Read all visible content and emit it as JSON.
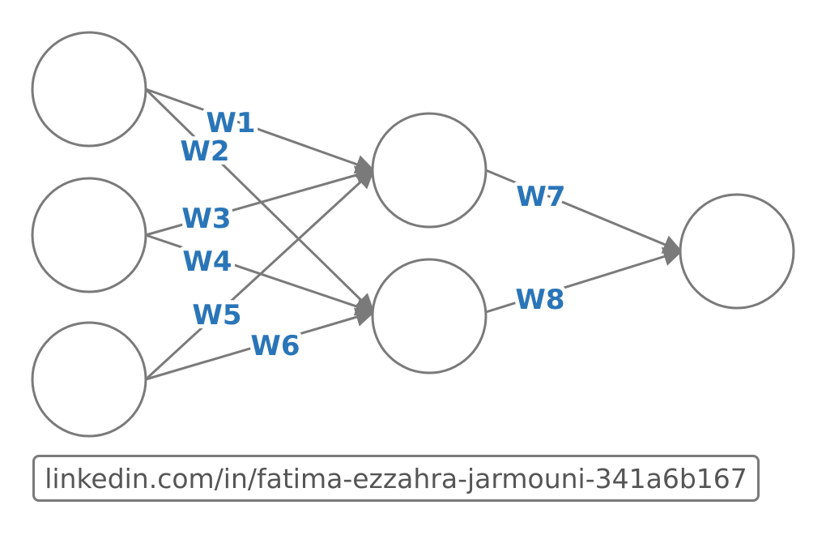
{
  "diagram": {
    "weights": [
      "W1",
      "W2",
      "W3",
      "W4",
      "W5",
      "W6",
      "W7",
      "W8"
    ],
    "footer_link": "linkedin.com/in/fatima-ezzahra-jarmouni-341a6b167"
  },
  "colors": {
    "node_stroke": "#7a7a7a",
    "edge": "#7a7a7a",
    "weight_label": "#2a75b8",
    "footer_text": "#555555"
  }
}
